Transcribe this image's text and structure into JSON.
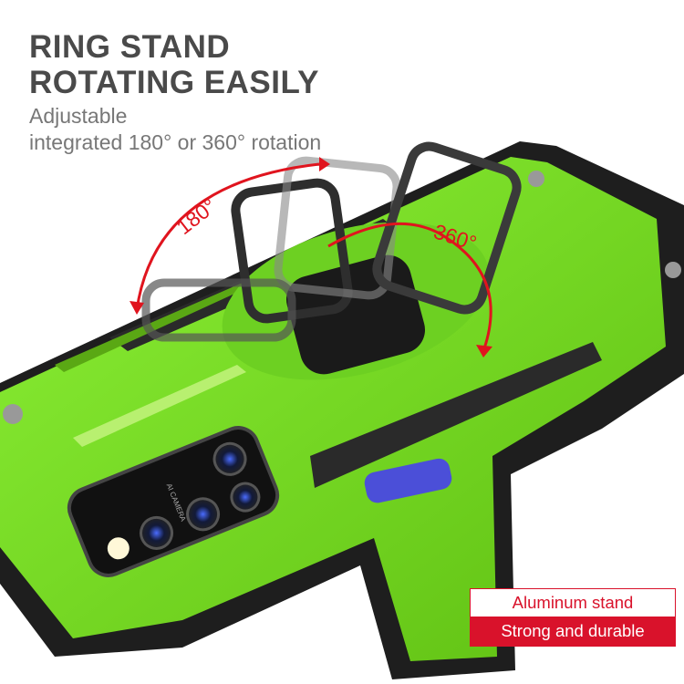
{
  "headline": {
    "line1": "RING STAND",
    "line2": "ROTATING EASILY"
  },
  "subtitle": {
    "line1": "Adjustable",
    "line2": "integrated 180° or 360° rotation"
  },
  "annotations": {
    "rotation_a": "180°",
    "rotation_b": "360°",
    "camera_label": "AI CAMERA"
  },
  "badge": {
    "top": "Aluminum stand",
    "bottom": "Strong and durable"
  },
  "colors": {
    "case_green": "#7ee02a",
    "bumper": "#1e1e1e",
    "accent_red": "#d9122b",
    "button_blue": "#4b4fd8"
  }
}
